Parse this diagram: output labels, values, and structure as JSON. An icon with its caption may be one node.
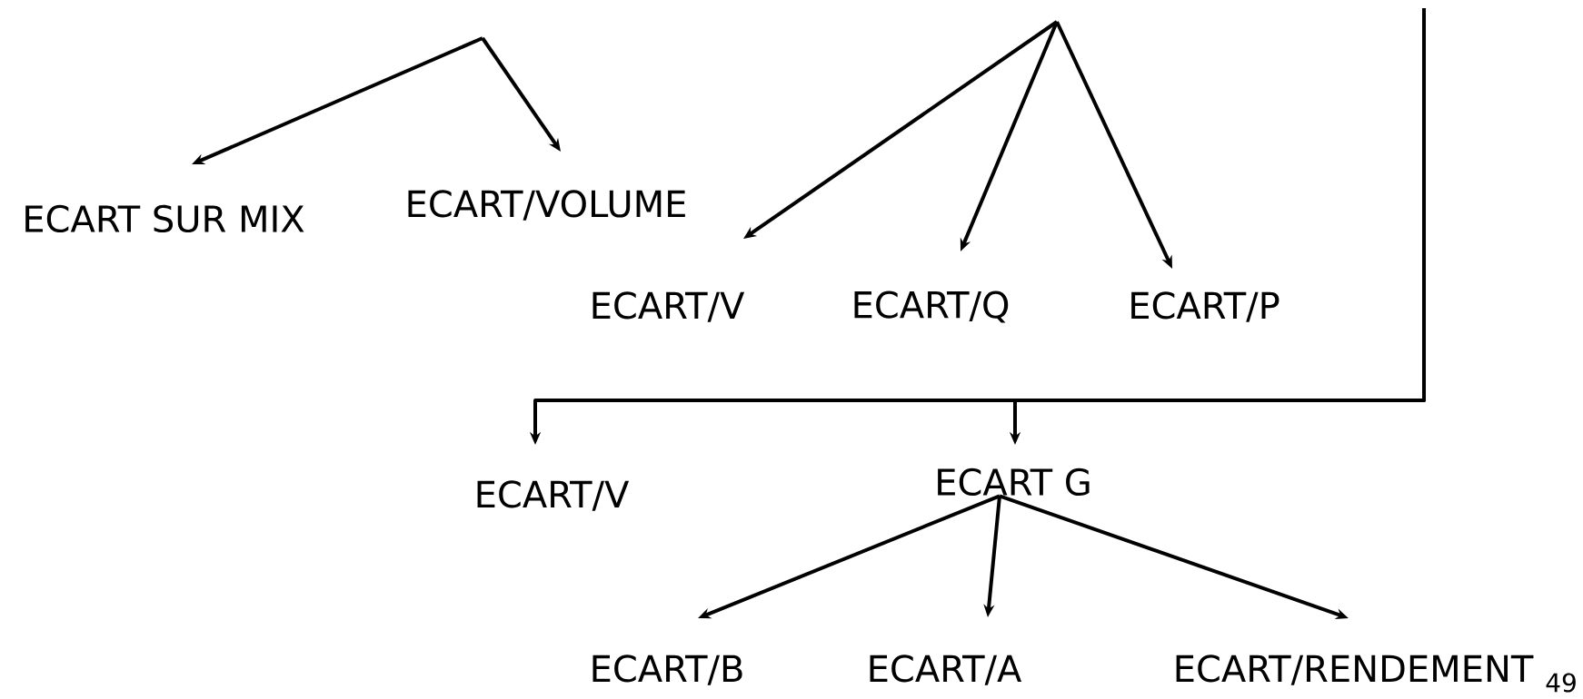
{
  "diagram": {
    "nodes": [
      {
        "text": [
          "ECART SUR MIX"
        ]
      },
      {
        "text": [
          "ECART/VOLUME"
        ]
      },
      {
        "text": [
          "ECART/V"
        ]
      },
      {
        "text": [
          "ECART/Q"
        ]
      },
      {
        "text": [
          "ECART/P"
        ]
      },
      {
        "text": [
          "ECART/V"
        ]
      },
      {
        "text": [
          "ECART G"
        ]
      },
      {
        "text": [
          "ECART/B"
        ]
      },
      {
        "text": [
          "ECART/A"
        ]
      },
      {
        "text": [
          "ECART/RENDEMENT"
        ]
      }
    ],
    "edges": [
      {
        "from": null,
        "to": 0,
        "arrow": "to"
      },
      {
        "from": null,
        "to": 1,
        "arrow": "to"
      },
      {
        "from": null,
        "to": 2,
        "arrow": "to"
      },
      {
        "from": null,
        "to": 3,
        "arrow": "to"
      },
      {
        "from": null,
        "to": 4,
        "arrow": "to"
      },
      {
        "from": null,
        "to": 5,
        "arrow": "to"
      },
      {
        "from": null,
        "to": 6,
        "arrow": "to"
      },
      {
        "from": 6,
        "to": 7,
        "arrow": "to"
      },
      {
        "from": 6,
        "to": 8,
        "arrow": "to"
      },
      {
        "from": 6,
        "to": 9,
        "arrow": "to"
      }
    ],
    "labels": [
      "49"
    ]
  }
}
